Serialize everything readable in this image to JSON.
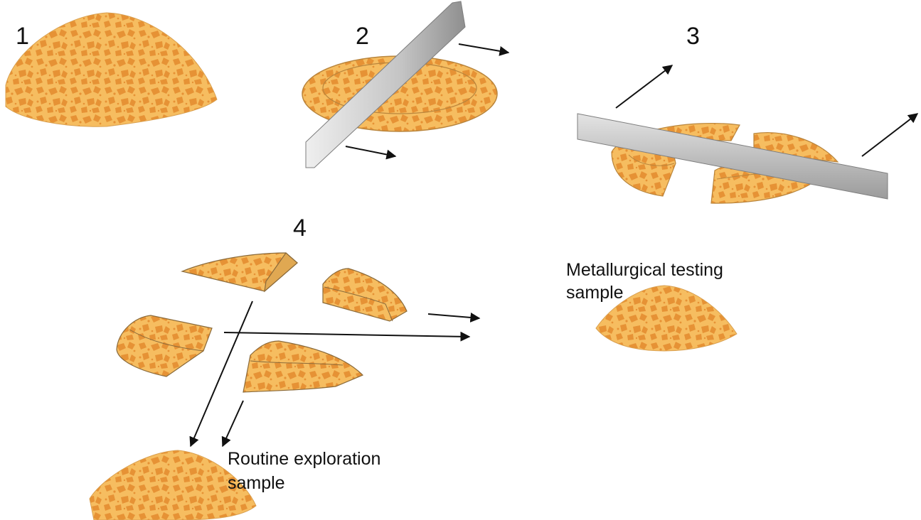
{
  "steps": {
    "one": "1",
    "two": "2",
    "three": "3",
    "four": "4"
  },
  "labels": {
    "metallurgical_line1": "Metallurgical testing",
    "metallurgical_line2": "sample",
    "routine_line1": "Routine exploration",
    "routine_line2": "sample"
  },
  "colors": {
    "ore_base": "#f6bd60",
    "ore_speckle": "#e69235",
    "ore_edge": "#b9853c",
    "blade_light": "#e8e8e8",
    "blade_dark": "#8f8f8f",
    "arrow": "#111111"
  }
}
